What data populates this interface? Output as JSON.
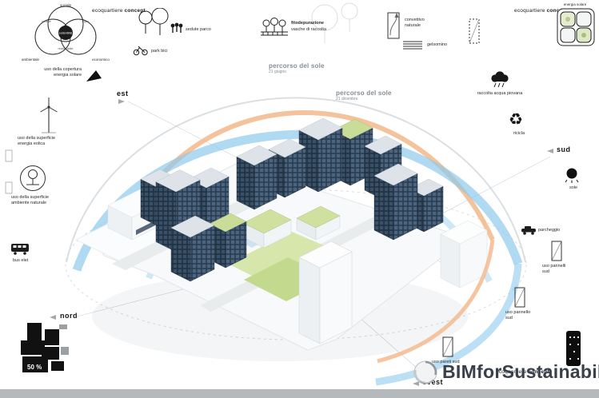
{
  "corner_tag": {
    "word1": "ecoquartiere",
    "word2": "concept"
  },
  "compass": {
    "est": "est",
    "sud": "sud",
    "nord": "nord",
    "ovest": "ovest"
  },
  "venn": {
    "top": "sociale",
    "left": "ambientale",
    "right": "economico",
    "center": "sostenibilità",
    "int_left": "vivibile",
    "int_right": "equo",
    "int_bottom": "realizzabile"
  },
  "sun_paths": {
    "summer": {
      "title": "percorso del sole",
      "date": "21 giugno"
    },
    "winter": {
      "title": "percorso del sole",
      "date": "21 dicembre"
    }
  },
  "labels": {
    "roof_solar": "uso della copertura energia solare",
    "wind": "uso della superficie energia eolica",
    "nature": "uso della superficie ambiente naturale",
    "bus": "bus elet",
    "park_seats": "sedute parco",
    "park_bike": "park bici",
    "phyto_title": "fitodepurazione",
    "phyto_sub": "vasche di raccolta",
    "convective": "convettivo naturale",
    "jasmine": "gelsomino",
    "energy_card": "energia solare",
    "rain": "raccolta acqua piovana",
    "recycle": "ricicla",
    "sun": "sole",
    "parking": "parcheggio",
    "panel_south_high": "uso pannelli sud",
    "panel_south_mid": "uso pannello sud",
    "panel_south_low": "uso pareti sud"
  },
  "plan": {
    "percent": "50 %"
  },
  "watermark": {
    "text": "BIMforSustainability"
  },
  "icons": {
    "recycle": "♻"
  },
  "colors": {
    "arc_orange": "#f3bb90",
    "arc_blue": "#8ec9ec",
    "facade_dark": "#22323f",
    "facade_light": "#4a6582",
    "green_roof": "#c9dd98",
    "bottom_bar": "#b5b9bb"
  }
}
